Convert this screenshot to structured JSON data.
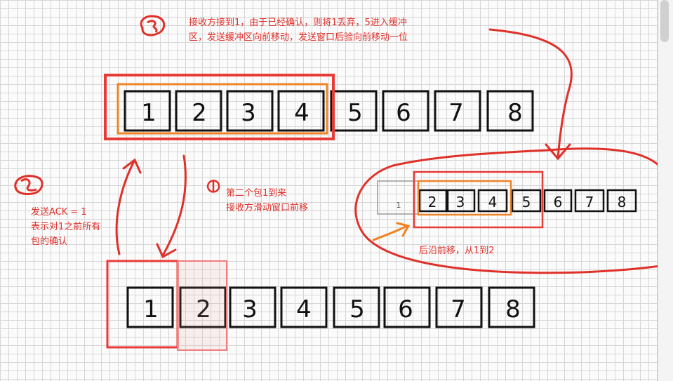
{
  "annotations": {
    "step3_text": "接收方接到1，由于已经确认，则将1丢弃，5进入缓冲\n区，发送缓冲区向前移动，发送窗口后验向前移动一位",
    "step2_text": "发送ACK = 1\n表示对1之前所有\n包的确认",
    "step1_text": "第二个包1到来\n接收方滑动窗口前移",
    "rear_edge_text": "后沿前移，从1到2"
  },
  "sender_top": {
    "packets": [
      "1",
      "2",
      "3",
      "4",
      "5",
      "6",
      "7",
      "8"
    ]
  },
  "sender_right": {
    "packets": [
      "1",
      "2",
      "3",
      "4",
      "5",
      "6",
      "7",
      "8"
    ]
  },
  "receiver_bottom": {
    "packets": [
      "1",
      "2",
      "3",
      "4",
      "5",
      "6",
      "7",
      "8"
    ]
  },
  "colors": {
    "annotation": "#e0302a",
    "window": "#e83a36",
    "buffer": "#f08424",
    "ink": "#111111",
    "grid": "#d6d6d6"
  }
}
